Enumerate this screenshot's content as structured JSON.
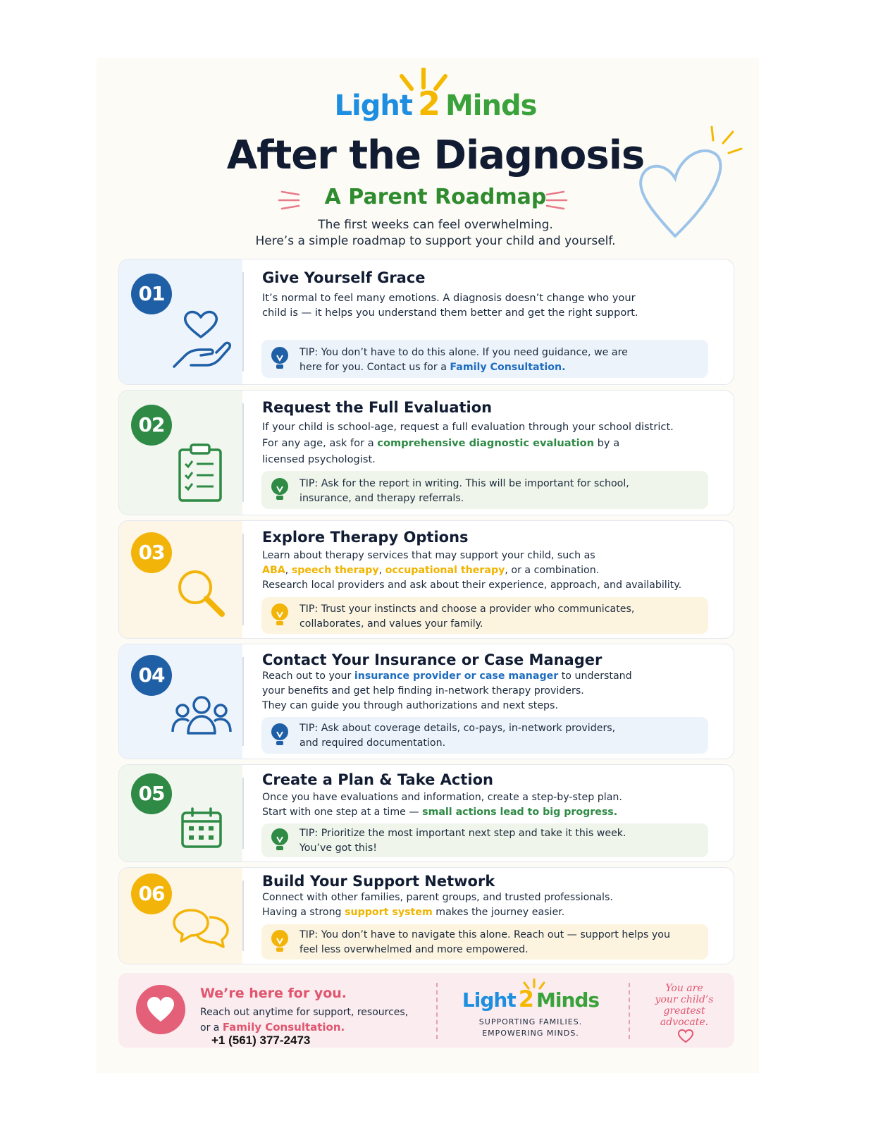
{
  "header": {
    "brand_word1": "Light",
    "brand_number": "2",
    "brand_word2": "Minds",
    "title": "After the Diagnosis",
    "subtitle": "A Parent Roadmap",
    "intro_line1": "The first weeks can feel overwhelming.",
    "intro_line2": "Here’s a simple roadmap to support your child and yourself."
  },
  "colors": {
    "blue": "#1f5fa6",
    "green": "#2e8a45",
    "yellow": "#f3b40a",
    "pink": "#e0566f",
    "navy": "#111c33"
  },
  "steps": [
    {
      "number": "01",
      "title": "Give Yourself Grace",
      "icon": "heart-in-hand-icon",
      "body": [
        "It’s normal to feel many emotions. A diagnosis doesn’t change who your child is — it helps you understand them better and get the right support."
      ],
      "tip": [
        "TIP: You don’t have to do this alone. If you need guidance, we are here for you. Contact us for a ",
        "Family Consultation."
      ]
    },
    {
      "number": "02",
      "title": "Request the Full Evaluation",
      "icon": "clipboard-checklist-icon",
      "body": [
        "If your child is school-age, request a full evaluation through your school district.",
        "For any age, ask for a ",
        "comprehensive diagnostic evaluation",
        " by a",
        "licensed psychologist."
      ],
      "tip": [
        "TIP: Ask for the report in writing. This will be important for school,",
        "insurance, and therapy referrals."
      ]
    },
    {
      "number": "03",
      "title": "Explore Therapy Options",
      "icon": "magnifying-glass-icon",
      "body": [
        "Learn about therapy services that may support your child, such as",
        "ABA",
        ", ",
        "speech therapy",
        ", ",
        "occupational therapy",
        ", or a combination.",
        "Research local providers and ask about their experience, approach, and availability."
      ],
      "tip": [
        "TIP: Trust your instincts and choose a provider who communicates,",
        "collaborates, and values your family."
      ]
    },
    {
      "number": "04",
      "title": "Contact Your Insurance or Case Manager",
      "icon": "people-group-icon",
      "body": [
        "Reach out to your ",
        "insurance provider or case manager",
        " to understand",
        "your benefits and get help finding in-network therapy providers.",
        "They can guide you through authorizations and next steps."
      ],
      "tip": [
        "TIP: Ask about coverage details, co-pays, in-network providers,",
        "and required documentation."
      ]
    },
    {
      "number": "05",
      "title": "Create a Plan & Take Action",
      "icon": "calendar-icon",
      "body": [
        "Once you have evaluations and information, create a step-by-step plan.",
        "Start with one step at a time — ",
        "small actions lead to big progress."
      ],
      "tip": [
        "TIP: Prioritize the most important next step and take it this week.",
        "You’ve got this!"
      ]
    },
    {
      "number": "06",
      "title": "Build Your Support Network",
      "icon": "chat-bubbles-icon",
      "body": [
        "Connect with other families, parent groups, and trusted professionals.",
        "Having a strong ",
        "support system",
        " makes the journey easier."
      ],
      "tip": [
        "TIP: You don’t have to navigate this alone. Reach out — support helps you",
        "feel less overwhelmed and more empowered."
      ]
    }
  ],
  "footer": {
    "title": "We’re here for you.",
    "body_line1": "Reach out anytime for support, resources,",
    "body_line2_prefix": "or a ",
    "body_line2_link": "Family Consultation.",
    "phone": "+1 (561) 377-2473",
    "brand_word1": "Light",
    "brand_number": "2",
    "brand_word2": "Minds",
    "tagline_line1": "SUPPORTING FAMILIES.",
    "tagline_line2": "EMPOWERING MINDS.",
    "script_line1": "You are",
    "script_line2": "your child’s",
    "script_line3": "greatest",
    "script_line4": "advocate."
  }
}
